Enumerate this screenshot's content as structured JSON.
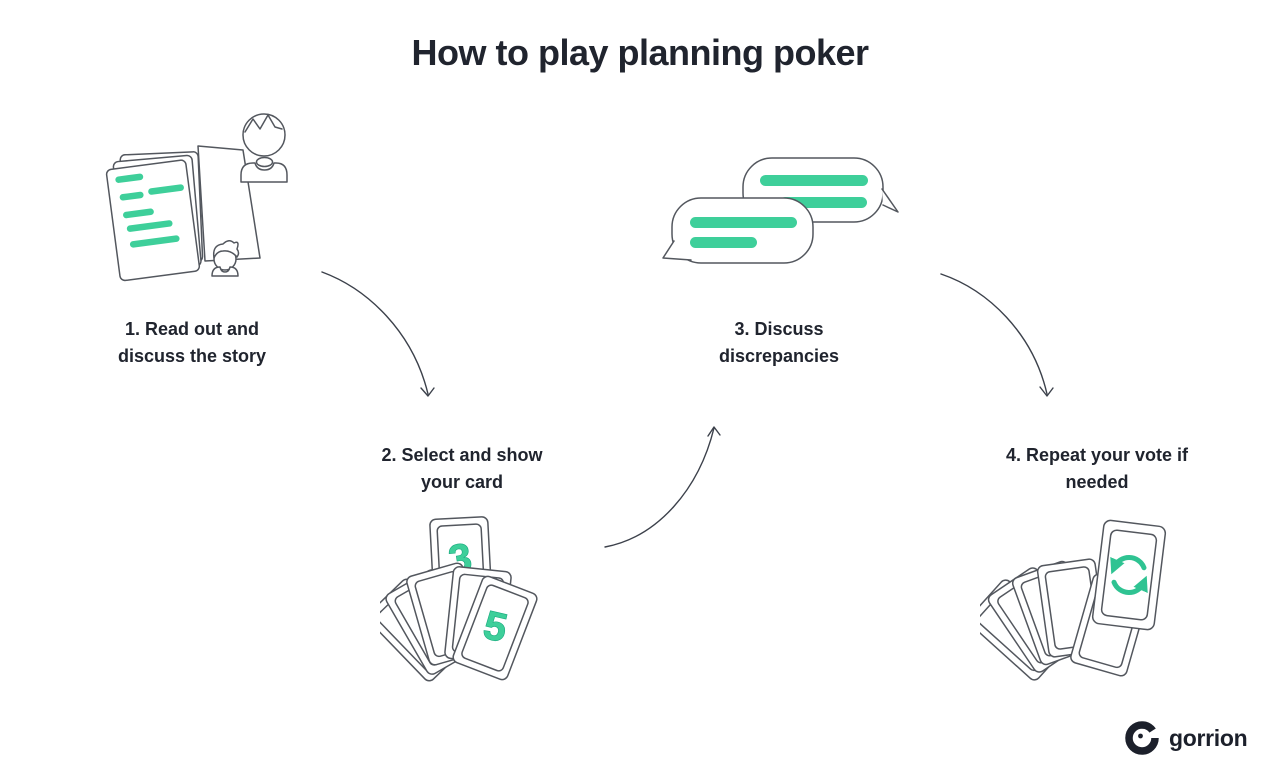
{
  "title": "How to play planning poker",
  "colors": {
    "ink": "#20242e",
    "green": "#3ecf9a",
    "green_deep": "#17a97d",
    "outline_gray": "#53575e",
    "arrow": "#3c414b",
    "background": "#ffffff"
  },
  "steps": [
    {
      "number": "1",
      "label_line1": "1. Read out and",
      "label_line2": "discuss the story",
      "icon": "story-documents-and-people-illustration"
    },
    {
      "number": "2",
      "label_line1": "2. Select and show",
      "label_line2": "your card",
      "icon": "poker-cards-illustration",
      "cards": [
        "3",
        "5"
      ]
    },
    {
      "number": "3",
      "label_line1": "3. Discuss",
      "label_line2": "discrepancies",
      "icon": "chat-bubbles-illustration"
    },
    {
      "number": "4",
      "label_line1": "4. Repeat your vote if",
      "label_line2": "needed",
      "icon": "cards-with-refresh-illustration"
    }
  ],
  "logo": {
    "wordmark": "gorrion",
    "mark": "gorrion-bird-g-icon"
  }
}
